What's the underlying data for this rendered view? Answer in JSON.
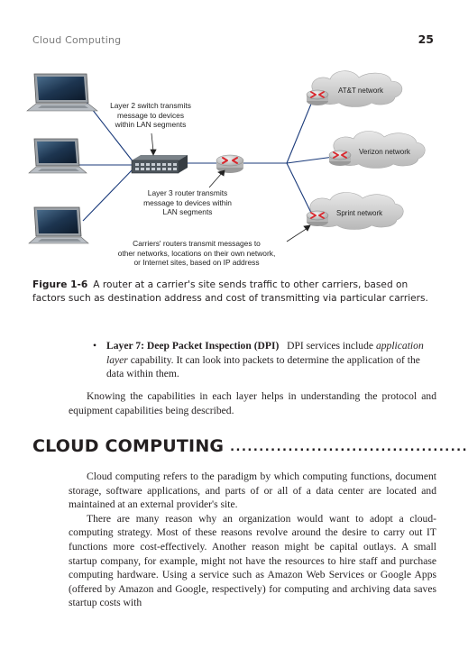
{
  "header": {
    "running_title": "Cloud Computing",
    "page_number": "25"
  },
  "figure": {
    "switch_label": [
      "Layer 2 switch transmits",
      "message to devices",
      "within LAN segments"
    ],
    "router_label": [
      "Layer 3 router transmits",
      "message to devices within",
      "LAN segments"
    ],
    "carrier_label": [
      "Carriers' routers transmit messages to",
      "other networks, locations on their own network,",
      "or Internet sites, based on IP address"
    ],
    "clouds": [
      "AT&T network",
      "Verizon network",
      "Sprint network"
    ],
    "caption_number": "Figure 1-6",
    "caption_text": "A router at a carrier's site sends traffic to other carriers, based on factors such as destination address and cost of transmitting via particular carriers."
  },
  "bullet": {
    "title": "Layer 7: Deep Packet Inspection (DPI)",
    "text_before": "DPI services include ",
    "italic": "application layer",
    "text_after": " capability. It can look into packets to determine the application of the data within them."
  },
  "paragraph_layers": "Knowing the capabilities in each layer helps in understanding the protocol and equipment capabilities being described.",
  "section": {
    "title": "CLOUD COMPUTING",
    "leader": "............................................"
  },
  "cloud_paragraphs": [
    "Cloud computing refers to the paradigm by which computing functions, document storage, software applications, and parts of or all of a data center are located and maintained at an external provider's site.",
    "There are many reason why an organization would want to adopt a cloud-computing strategy. Most of these reasons revolve around the desire to carry out IT functions more cost-effectively. Another reason might be capital outlays. A small startup company, for example, might not have the resources to hire staff and purchase computing hardware. Using a service such as Amazon Web Services or Google Apps (offered by Amazon and Google, respectively) for computing and archiving data saves startup costs with"
  ]
}
